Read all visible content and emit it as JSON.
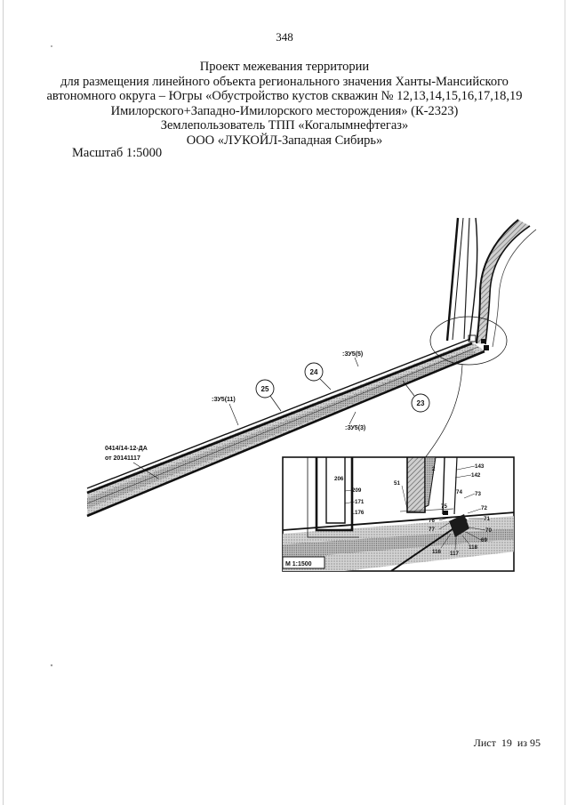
{
  "page_number": "348",
  "title_lines": [
    "Проект межевания территории",
    "для размещения линейного объекта регионального значения Ханты-Мансийского",
    "автономного округа – Югры «Обустройство кустов скважин № 12,13,14,15,16,17,18,19",
    "Имилорского+Западно-Имилорского месторождения» (К-2323)",
    "Землепользователь ТПП «Когалымнефтегаз»",
    "ООО «ЛУКОЙЛ-Западная Сибирь»"
  ],
  "scale": "Масштаб 1:5000",
  "map": {
    "plot_labels": {
      "zu5_5": ":ЗУ5(5)",
      "zu5_11": ":ЗУ5(11)",
      "zu5_3": ":ЗУ5(3)"
    },
    "circles": {
      "c24": "24",
      "c25": "25",
      "c23": "23"
    },
    "doc_ref": [
      "0414/14-12-ДА",
      "от 20141117"
    ]
  },
  "inset": {
    "scale": "М 1:1500",
    "points": {
      "p206": "206",
      "p209": "209",
      "p171": "171",
      "p176": "176",
      "p51": "51",
      "p2": "2",
      "p143": "143",
      "p142": "142",
      "p74": "74",
      "p73": "73",
      "p75": "75",
      "p76": "76",
      "p77": "77",
      "p72": "72",
      "p71": "71",
      "p70": "70",
      "p69": "69",
      "p118": "118",
      "p117": "117",
      "p116": "116"
    }
  },
  "footer": {
    "sheet_label": "Лист",
    "sheet_number": "19",
    "of_label": "из",
    "total": "95"
  }
}
